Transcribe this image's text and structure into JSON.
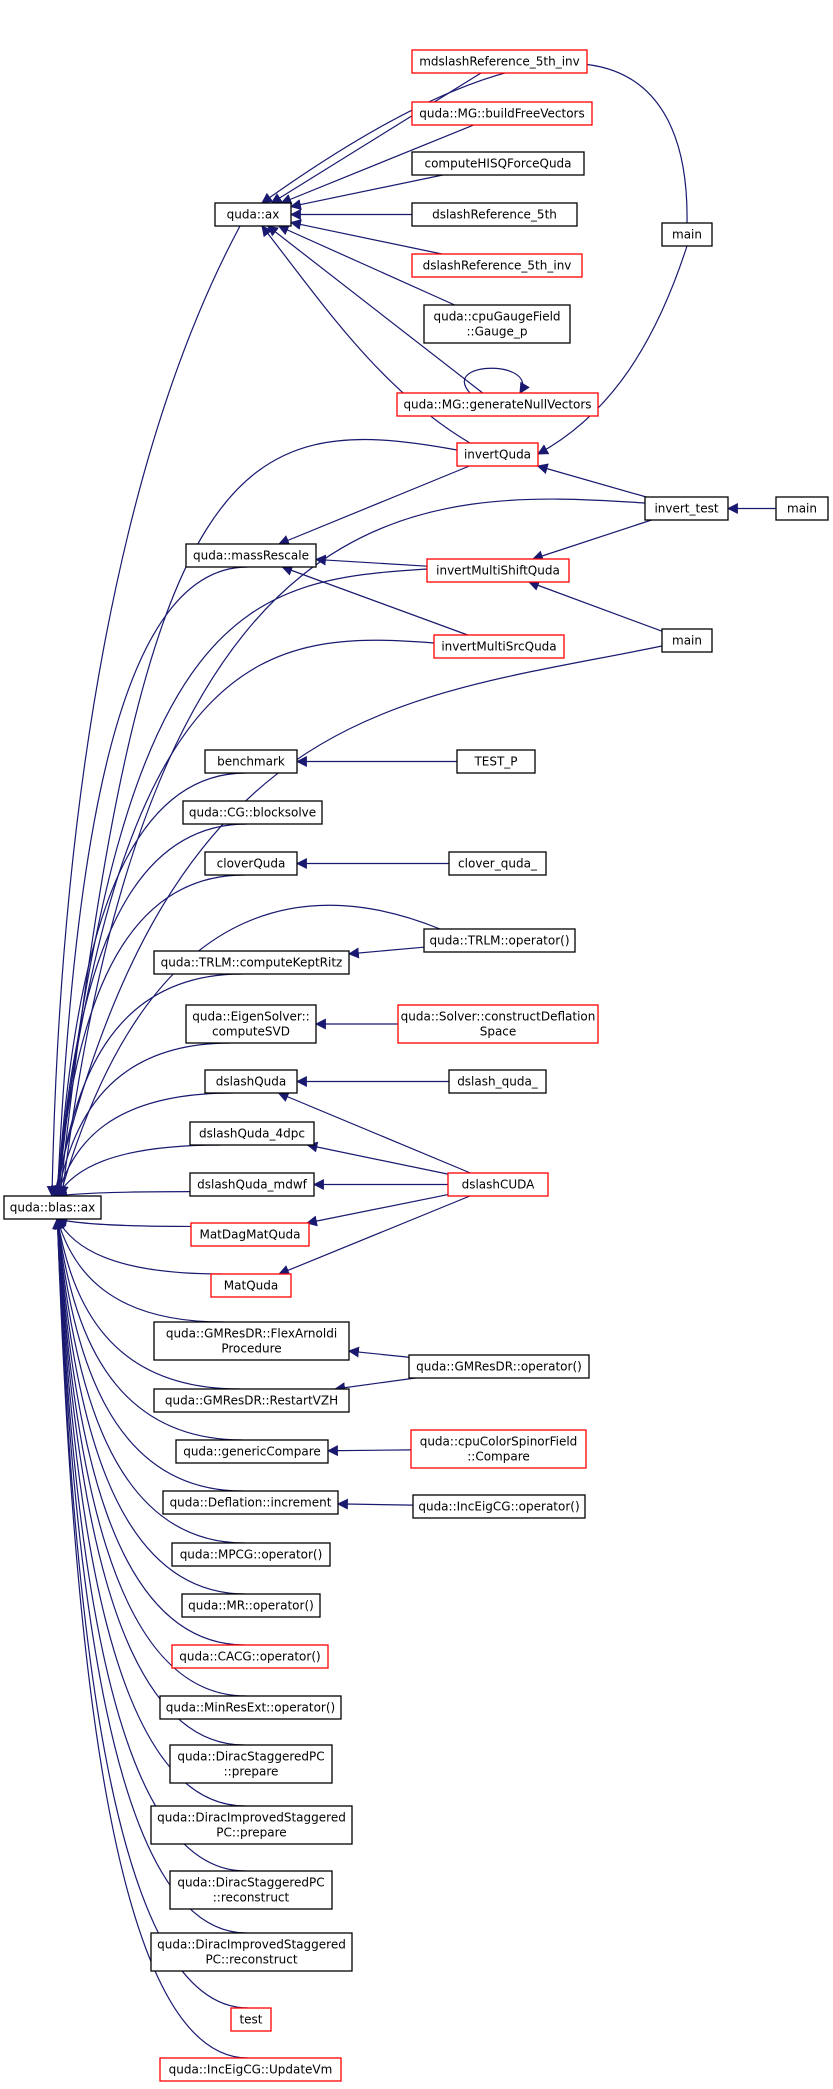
{
  "colors": {
    "edge": "#191970",
    "border_black": "#000000",
    "border_red": "#ff0000",
    "root_fill": "#bfbfbf",
    "text": "#000000"
  },
  "nodes": [
    {
      "id": "blas_ax",
      "lines": [
        "quda::blas::ax"
      ],
      "border": "black",
      "root": true
    },
    {
      "id": "ax",
      "lines": [
        "quda::ax"
      ],
      "border": "black"
    },
    {
      "id": "mdslashRef5inv",
      "lines": [
        "mdslashReference_5th_inv"
      ],
      "border": "red"
    },
    {
      "id": "buildFreeVectors",
      "lines": [
        "quda::MG::buildFreeVectors"
      ],
      "border": "red"
    },
    {
      "id": "computeHISQ",
      "lines": [
        "computeHISQForceQuda"
      ],
      "border": "black"
    },
    {
      "id": "dslashRef5",
      "lines": [
        "dslashReference_5th"
      ],
      "border": "black"
    },
    {
      "id": "dslashRef5inv",
      "lines": [
        "dslashReference_5th_inv"
      ],
      "border": "red"
    },
    {
      "id": "cpuGaugeField",
      "lines": [
        "quda::cpuGaugeField",
        "::Gauge_p"
      ],
      "border": "black"
    },
    {
      "id": "generateNullVectors",
      "lines": [
        "quda::MG::generateNullVectors"
      ],
      "border": "red"
    },
    {
      "id": "main1",
      "lines": [
        "main"
      ],
      "border": "black"
    },
    {
      "id": "invertQuda",
      "lines": [
        "invertQuda"
      ],
      "border": "red"
    },
    {
      "id": "invert_test",
      "lines": [
        "invert_test"
      ],
      "border": "black"
    },
    {
      "id": "main2",
      "lines": [
        "main"
      ],
      "border": "black"
    },
    {
      "id": "massRescale",
      "lines": [
        "quda::massRescale"
      ],
      "border": "black"
    },
    {
      "id": "invertMultiShift",
      "lines": [
        "invertMultiShiftQuda"
      ],
      "border": "red"
    },
    {
      "id": "invertMultiSrc",
      "lines": [
        "invertMultiSrcQuda"
      ],
      "border": "red"
    },
    {
      "id": "main3",
      "lines": [
        "main"
      ],
      "border": "black"
    },
    {
      "id": "benchmark",
      "lines": [
        "benchmark"
      ],
      "border": "black"
    },
    {
      "id": "TEST_P",
      "lines": [
        "TEST_P"
      ],
      "border": "black"
    },
    {
      "id": "CGblocksolve",
      "lines": [
        "quda::CG::blocksolve"
      ],
      "border": "black"
    },
    {
      "id": "cloverQuda",
      "lines": [
        "cloverQuda"
      ],
      "border": "black"
    },
    {
      "id": "clover_quda_",
      "lines": [
        "clover_quda_"
      ],
      "border": "black"
    },
    {
      "id": "computeKeptRitz",
      "lines": [
        "quda::TRLM::computeKeptRitz"
      ],
      "border": "black"
    },
    {
      "id": "TRLMop",
      "lines": [
        "quda::TRLM::operator()"
      ],
      "border": "black"
    },
    {
      "id": "computeSVD",
      "lines": [
        "quda::EigenSolver::",
        "computeSVD"
      ],
      "border": "black"
    },
    {
      "id": "constructDeflation",
      "lines": [
        "quda::Solver::constructDeflation",
        "Space"
      ],
      "border": "red"
    },
    {
      "id": "dslashQuda",
      "lines": [
        "dslashQuda"
      ],
      "border": "black"
    },
    {
      "id": "dslash_quda_",
      "lines": [
        "dslash_quda_"
      ],
      "border": "black"
    },
    {
      "id": "dslashQuda4dpc",
      "lines": [
        "dslashQuda_4dpc"
      ],
      "border": "black"
    },
    {
      "id": "dslashQudaMdwf",
      "lines": [
        "dslashQuda_mdwf"
      ],
      "border": "black"
    },
    {
      "id": "dslashCUDA",
      "lines": [
        "dslashCUDA"
      ],
      "border": "red"
    },
    {
      "id": "MatDagMatQuda",
      "lines": [
        "MatDagMatQuda"
      ],
      "border": "red"
    },
    {
      "id": "MatQuda",
      "lines": [
        "MatQuda"
      ],
      "border": "red"
    },
    {
      "id": "FlexArnoldi",
      "lines": [
        "quda::GMResDR::FlexArnoldi",
        "Procedure"
      ],
      "border": "black"
    },
    {
      "id": "RestartVZH",
      "lines": [
        "quda::GMResDR::RestartVZH"
      ],
      "border": "black"
    },
    {
      "id": "GMResDRop",
      "lines": [
        "quda::GMResDR::operator()"
      ],
      "border": "black"
    },
    {
      "id": "genericCompare",
      "lines": [
        "quda::genericCompare"
      ],
      "border": "black"
    },
    {
      "id": "cpuColorSpinorCompare",
      "lines": [
        "quda::cpuColorSpinorField",
        "::Compare"
      ],
      "border": "red"
    },
    {
      "id": "DeflationIncrement",
      "lines": [
        "quda::Deflation::increment"
      ],
      "border": "black"
    },
    {
      "id": "IncEigCGop",
      "lines": [
        "quda::IncEigCG::operator()"
      ],
      "border": "black"
    },
    {
      "id": "MPCGop",
      "lines": [
        "quda::MPCG::operator()"
      ],
      "border": "black"
    },
    {
      "id": "MRop",
      "lines": [
        "quda::MR::operator()"
      ],
      "border": "black"
    },
    {
      "id": "CACGop",
      "lines": [
        "quda::CACG::operator()"
      ],
      "border": "red"
    },
    {
      "id": "MinResExtop",
      "lines": [
        "quda::MinResExt::operator()"
      ],
      "border": "black"
    },
    {
      "id": "DiracStagPCprepare",
      "lines": [
        "quda::DiracStaggeredPC",
        "::prepare"
      ],
      "border": "black"
    },
    {
      "id": "DiracImpStagPCprepare",
      "lines": [
        "quda::DiracImprovedStaggered",
        "PC::prepare"
      ],
      "border": "black"
    },
    {
      "id": "DiracStagPCreconstruct",
      "lines": [
        "quda::DiracStaggeredPC",
        "::reconstruct"
      ],
      "border": "black"
    },
    {
      "id": "DiracImpStagPCreconstruct",
      "lines": [
        "quda::DiracImprovedStaggered",
        "PC::reconstruct"
      ],
      "border": "black"
    },
    {
      "id": "test",
      "lines": [
        "test"
      ],
      "border": "red"
    },
    {
      "id": "UpdateVm",
      "lines": [
        "quda::IncEigCG::UpdateVm"
      ],
      "border": "red"
    }
  ],
  "edges": [
    [
      "mdslashRef5inv",
      "ax"
    ],
    [
      "buildFreeVectors",
      "ax"
    ],
    [
      "computeHISQ",
      "ax"
    ],
    [
      "dslashRef5",
      "ax"
    ],
    [
      "dslashRef5inv",
      "ax"
    ],
    [
      "cpuGaugeField",
      "ax"
    ],
    [
      "generateNullVectors",
      "ax"
    ],
    [
      "generateNullVectors",
      "generateNullVectors"
    ],
    [
      "main1",
      "ax"
    ],
    [
      "invertQuda",
      "ax"
    ],
    [
      "main1",
      "invertQuda"
    ],
    [
      "invert_test",
      "invertQuda"
    ],
    [
      "main2",
      "invert_test"
    ],
    [
      "invertQuda",
      "massRescale"
    ],
    [
      "invertMultiShift",
      "massRescale"
    ],
    [
      "invertMultiSrc",
      "massRescale"
    ],
    [
      "invert_test",
      "invertMultiShift"
    ],
    [
      "main3",
      "invertMultiShift"
    ],
    [
      "TEST_P",
      "benchmark"
    ],
    [
      "clover_quda_",
      "cloverQuda"
    ],
    [
      "TRLMop",
      "computeKeptRitz"
    ],
    [
      "constructDeflation",
      "computeSVD"
    ],
    [
      "dslash_quda_",
      "dslashQuda"
    ],
    [
      "dslashCUDA",
      "dslashQuda"
    ],
    [
      "dslashCUDA",
      "dslashQuda4dpc"
    ],
    [
      "dslashCUDA",
      "dslashQudaMdwf"
    ],
    [
      "dslashCUDA",
      "MatDagMatQuda"
    ],
    [
      "dslashCUDA",
      "MatQuda"
    ],
    [
      "GMResDRop",
      "FlexArnoldi"
    ],
    [
      "GMResDRop",
      "RestartVZH"
    ],
    [
      "cpuColorSpinorCompare",
      "genericCompare"
    ],
    [
      "IncEigCGop",
      "DeflationIncrement"
    ],
    [
      "ax",
      "blas_ax"
    ],
    [
      "invertQuda",
      "blas_ax"
    ],
    [
      "invert_test",
      "blas_ax"
    ],
    [
      "massRescale",
      "blas_ax"
    ],
    [
      "invertMultiShift",
      "blas_ax"
    ],
    [
      "invertMultiSrc",
      "blas_ax"
    ],
    [
      "main3",
      "blas_ax"
    ],
    [
      "benchmark",
      "blas_ax"
    ],
    [
      "CGblocksolve",
      "blas_ax"
    ],
    [
      "cloverQuda",
      "blas_ax"
    ],
    [
      "TRLMop",
      "blas_ax"
    ],
    [
      "computeKeptRitz",
      "blas_ax"
    ],
    [
      "computeSVD",
      "blas_ax"
    ],
    [
      "dslashQuda",
      "blas_ax"
    ],
    [
      "dslashQuda4dpc",
      "blas_ax"
    ],
    [
      "dslashQudaMdwf",
      "blas_ax"
    ],
    [
      "MatDagMatQuda",
      "blas_ax"
    ],
    [
      "MatQuda",
      "blas_ax"
    ],
    [
      "FlexArnoldi",
      "blas_ax"
    ],
    [
      "RestartVZH",
      "blas_ax"
    ],
    [
      "genericCompare",
      "blas_ax"
    ],
    [
      "DeflationIncrement",
      "blas_ax"
    ],
    [
      "MPCGop",
      "blas_ax"
    ],
    [
      "MRop",
      "blas_ax"
    ],
    [
      "CACGop",
      "blas_ax"
    ],
    [
      "MinResExtop",
      "blas_ax"
    ],
    [
      "DiracStagPCprepare",
      "blas_ax"
    ],
    [
      "DiracImpStagPCprepare",
      "blas_ax"
    ],
    [
      "DiracStagPCreconstruct",
      "blas_ax"
    ],
    [
      "DiracImpStagPCreconstruct",
      "blas_ax"
    ],
    [
      "test",
      "blas_ax"
    ],
    [
      "UpdateVm",
      "blas_ax"
    ]
  ]
}
